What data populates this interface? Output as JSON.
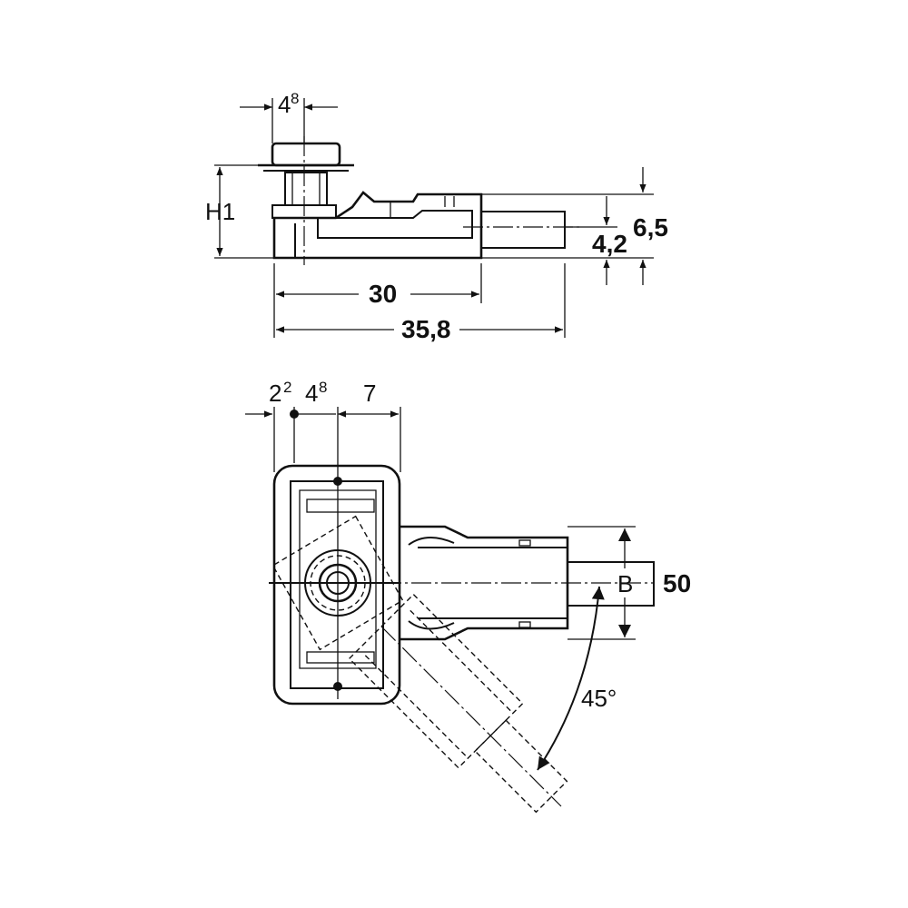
{
  "side_view": {
    "dim_top": "4",
    "dim_top_sup": "8",
    "dim_height": "H1",
    "dim_pipe_offset": "4,2",
    "dim_total_height": "6,5",
    "dim_length_inner": "30",
    "dim_length_total": "35,8"
  },
  "top_view": {
    "dim_a": "2",
    "dim_a_sup": "2",
    "dim_b": "4",
    "dim_b_sup": "8",
    "dim_c": "7",
    "dim_width_letter": "B",
    "dim_width_value": "50",
    "dim_angle": "45°"
  }
}
